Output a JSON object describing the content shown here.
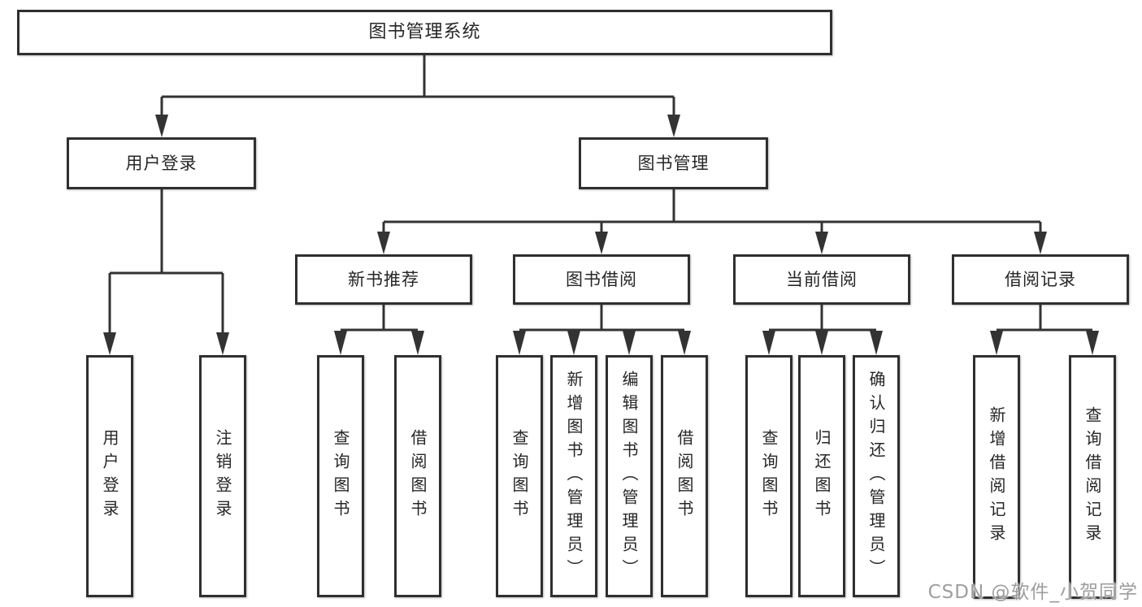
{
  "diagram": {
    "root": {
      "label": "图书管理系统"
    },
    "level2": [
      {
        "label": "用户登录"
      },
      {
        "label": "图书管理"
      }
    ],
    "level3": [
      {
        "label": "新书推荐"
      },
      {
        "label": "图书借阅"
      },
      {
        "label": "当前借阅"
      },
      {
        "label": "借阅记录"
      }
    ],
    "leaves": [
      {
        "label": "用户登录"
      },
      {
        "label": "注销登录"
      },
      {
        "label": "查询图书"
      },
      {
        "label": "借阅图书"
      },
      {
        "label": "查询图书"
      },
      {
        "label": "新增图书（管理员）"
      },
      {
        "label": "编辑图书（管理员）"
      },
      {
        "label": "借阅图书"
      },
      {
        "label": "查询图书"
      },
      {
        "label": "归还图书"
      },
      {
        "label": "确认归还（管理员）"
      },
      {
        "label": "新增借阅记录"
      },
      {
        "label": "查询借阅记录"
      }
    ]
  },
  "watermark": {
    "text": "CSDN @软件_小贺同学"
  },
  "colors": {
    "line": "#333333",
    "box_border": "#2f2f2f",
    "box_fill": "#ffffff",
    "text": "#262626",
    "watermark": "#9e9e9e",
    "background": "#ffffff"
  }
}
